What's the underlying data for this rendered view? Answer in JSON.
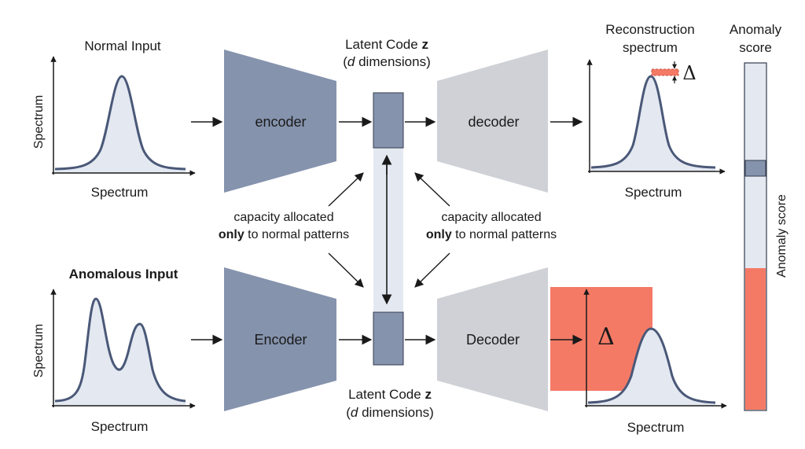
{
  "top": {
    "input_title": "Normal Input",
    "y_axis_label": "Spectrum",
    "x_axis_label": "Spectrum",
    "encoder_label": "encoder",
    "latent_title": "Latent Code",
    "latent_var": "z",
    "latent_dims_var": "d",
    "latent_dims_rest": " dimensions)",
    "decoder_label": "decoder",
    "recon_title_1": "Reconstruction",
    "recon_title_2": "spectrum",
    "recon_x_label": "Spectrum",
    "delta": "Δ"
  },
  "middle": {
    "capacity_line1": "capacity allocated",
    "capacity_bold": "only",
    "capacity_rest": " to normal patterns"
  },
  "bottom": {
    "input_title": "Anomalous Input",
    "y_axis_label": "Spectrum",
    "x_axis_label": "Spectrum",
    "encoder_label": "Encoder",
    "latent_title": "Latent Code",
    "latent_var": "z",
    "latent_dims_var": "d",
    "latent_dims_rest": " dimensions)",
    "decoder_label": "Decoder",
    "recon_x_label": "Spectrum",
    "delta": "Δ"
  },
  "score": {
    "title_1": "Anomaly",
    "title_2": "score",
    "vertical_label": "Anomaly score"
  },
  "colors": {
    "encoder": "#8593ad",
    "latent": "#8593ad",
    "decoder": "#cfd1d6",
    "curve_fill": "#e3e8f1",
    "curve_stroke": "#4a5878",
    "anomaly": "#f47a66",
    "bar_bg": "#e3e8f1"
  }
}
